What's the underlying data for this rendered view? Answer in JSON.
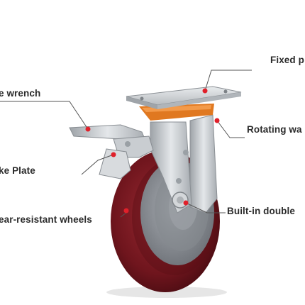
{
  "labels": {
    "fixed_plate": "Fixed p",
    "brake_wrench": "e wrench",
    "rotating": "Rotating wa",
    "brake_plate": "ke Plate",
    "bearing": "Built-in double",
    "wheels": "ear-resistant wheels"
  },
  "colors": {
    "callout_dot": "#e0202a",
    "callout_line": "#555555",
    "wheel_tread": "#7a1a22",
    "wheel_hub": "#8c9096",
    "steel": "#c4c8cc",
    "bearing_ring": "#e07820"
  }
}
